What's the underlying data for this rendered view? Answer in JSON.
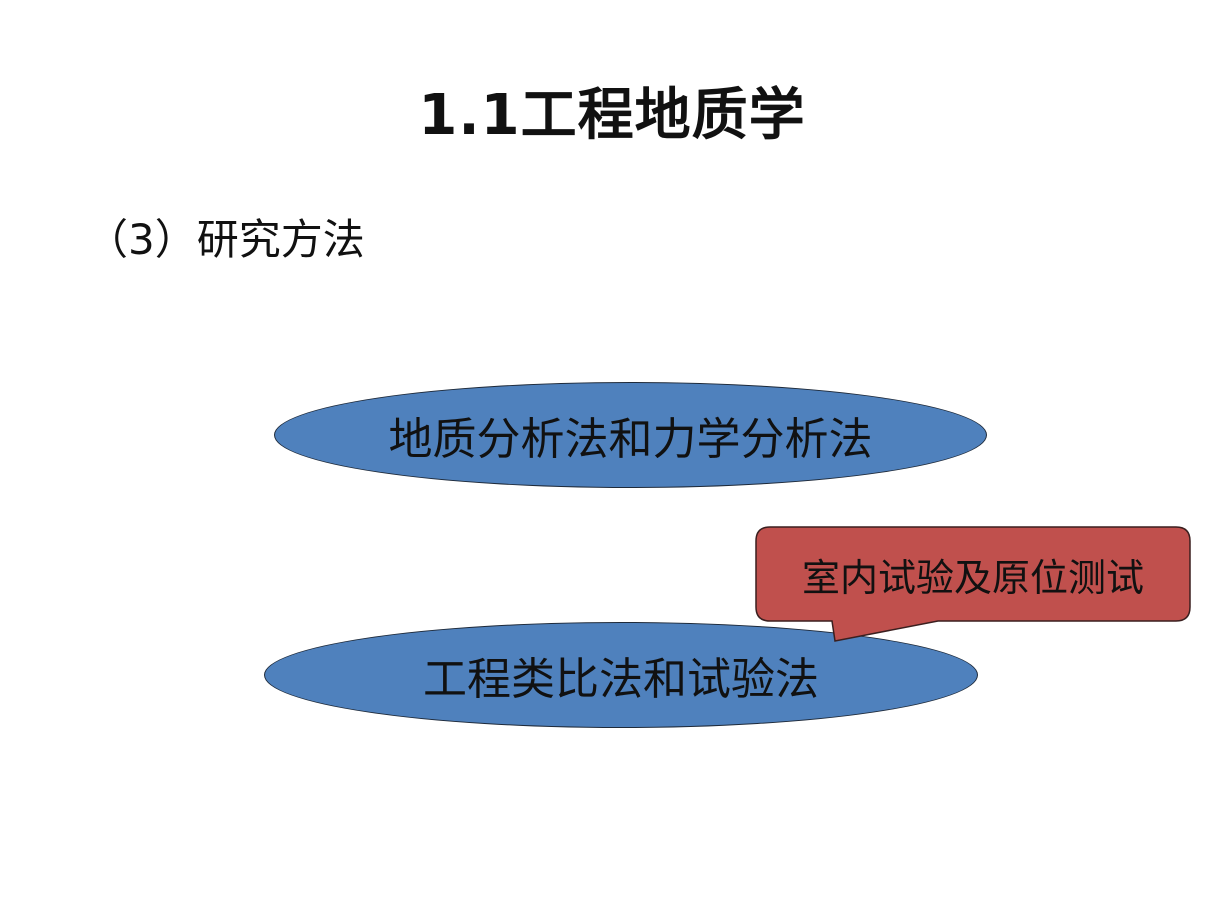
{
  "slide": {
    "title": "1.1工程地质学",
    "subtitle": "（3）研究方法",
    "method_1": "地质分析法和力学分析法",
    "method_2": "工程类比法和试验法",
    "callout": "室内试验及原位测试"
  },
  "colors": {
    "ellipse_fill": "#4f81bd",
    "ellipse_stroke": "#1e2a3a",
    "callout_fill": "#c0504d",
    "callout_stroke": "#3a1f1f",
    "background": "#ffffff"
  }
}
